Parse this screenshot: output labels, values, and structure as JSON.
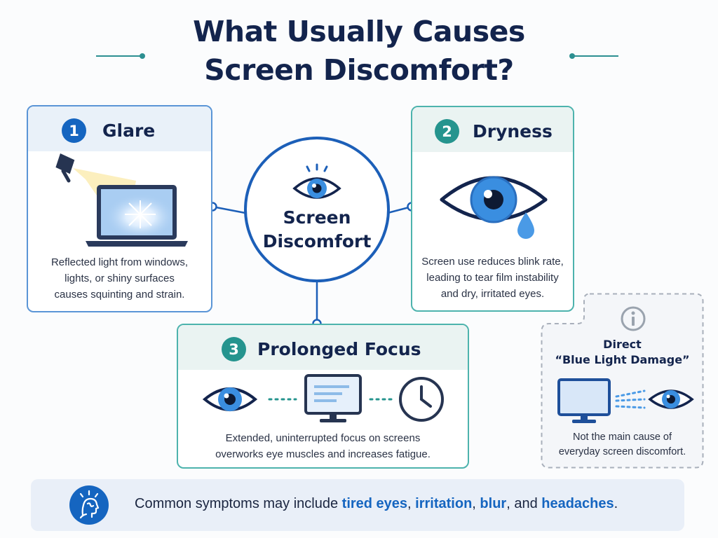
{
  "title": {
    "line1": "What Usually Causes",
    "line2": "Screen Discomfort?"
  },
  "hub": {
    "line1": "Screen",
    "line2": "Discomfort"
  },
  "causes": [
    {
      "number": "1",
      "title": "Glare",
      "description": [
        "Reflected light from windows,",
        "lights, or shiny surfaces",
        "causes squinting and strain."
      ]
    },
    {
      "number": "2",
      "title": "Dryness",
      "description": [
        "Screen use reduces blink rate,",
        "leading to tear film instability",
        "and dry, irritated eyes."
      ]
    },
    {
      "number": "3",
      "title": "Prolonged Focus",
      "description": [
        "Extended, uninterrupted focus on screens",
        "overworks eye muscles and increases fatigue."
      ]
    }
  ],
  "blue_light": {
    "title_line1": "Direct",
    "title_line2": "“Blue Light Damage”",
    "description": [
      "Not the main cause of",
      "everyday screen discomfort."
    ]
  },
  "banner": {
    "prefix": "Common symptoms may include ",
    "symptom1": "tired eyes",
    "sep1": ", ",
    "symptom2": "irritation",
    "sep2": ", ",
    "symptom3": "blur",
    "sep3": ", and ",
    "symptom4": "headaches",
    "suffix": "."
  },
  "colors": {
    "navy": "#13244d",
    "blue": "#1565c0",
    "teal": "#25948e",
    "eye_iris": "#3a8ee0"
  },
  "icons": {
    "hub": "eye-icon",
    "glare": "lamp-laptop-glare-icon",
    "dryness": "eye-tear-icon",
    "focus": [
      "eye-icon",
      "monitor-icon",
      "clock-icon"
    ],
    "blue_light": [
      "info-icon",
      "monitor-icon",
      "eye-icon"
    ],
    "banner": "head-ache-icon"
  }
}
